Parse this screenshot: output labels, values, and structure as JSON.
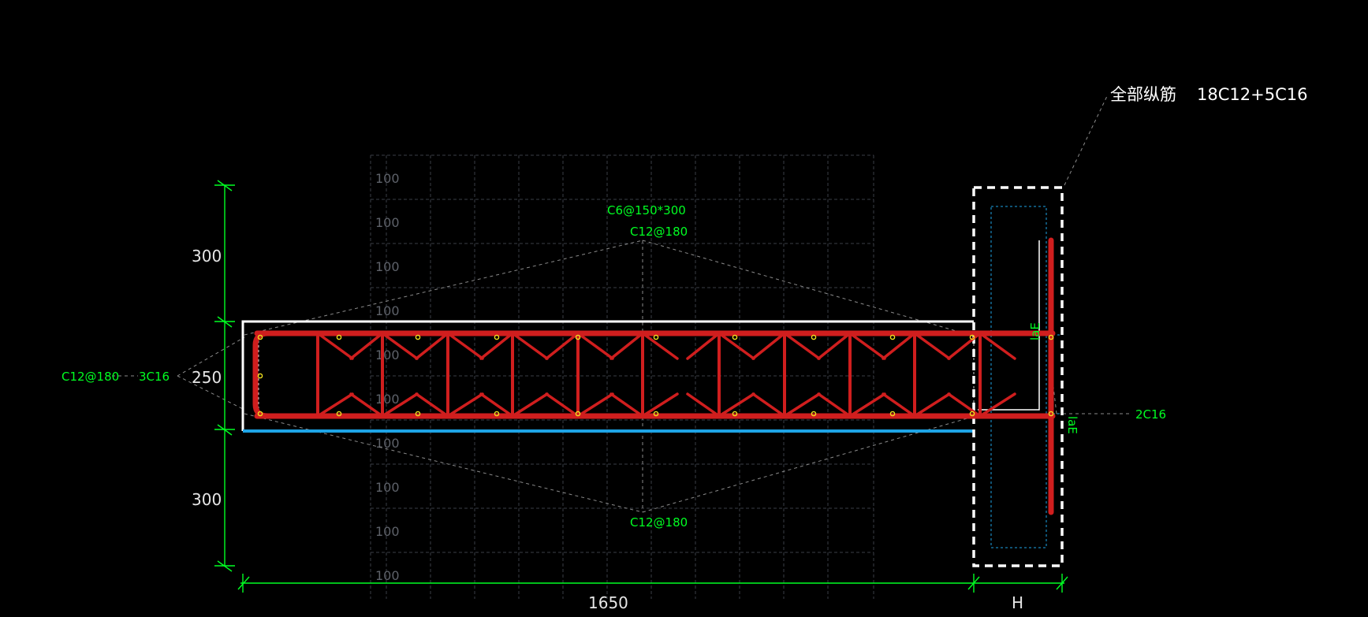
{
  "dimensions": {
    "height_top": "300",
    "height_mid": "250",
    "height_bottom": "300",
    "length": "1650",
    "column_width": "H"
  },
  "grid": {
    "spacing_label": "100",
    "labels": [
      "100",
      "100",
      "100",
      "100",
      "100",
      "100",
      "100",
      "100",
      "100",
      "100"
    ]
  },
  "annotations": {
    "stirrup_main": "C6@150*300",
    "top_distribution": "C12@180",
    "bottom_distribution": "C12@180",
    "left_distribution": "C12@180",
    "left_main": "3C16",
    "right_main": "2C16",
    "anchor_top": "laE",
    "anchor_right": "laE",
    "total_longitudinal_label": "全部纵筋",
    "total_longitudinal_value": "18C12+5C16"
  },
  "colors": {
    "background": "#000000",
    "dimension_line": "#00ff22",
    "rebar": "#d01e1e",
    "outline": "#ffffff",
    "blue_edge": "#1ea4e6",
    "grid": "#3a3e46",
    "leader": "#8a8a8a",
    "marker": "#f0e01e"
  }
}
